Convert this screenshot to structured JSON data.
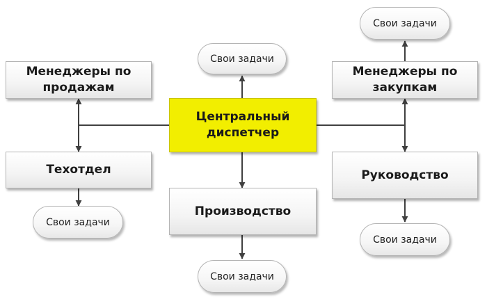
{
  "nodes": {
    "central": {
      "line1": "Центральный",
      "line2": "диспетчер",
      "fill": "#f2ee00"
    },
    "sales": {
      "line1": "Менеджеры по",
      "line2": "продажам"
    },
    "purchasing": {
      "line1": "Менеджеры по",
      "line2": "закупкам"
    },
    "tech": {
      "label": "Техотдел"
    },
    "production": {
      "label": "Производство"
    },
    "management": {
      "label": "Руководство"
    }
  },
  "tasks": {
    "top_right": "Свои задачи",
    "center_top": "Свои задачи",
    "left_bottom": "Свои задачи",
    "right_bottom": "Свои задачи",
    "center_bottom": "Свои задачи"
  },
  "colors": {
    "connector": "#404040",
    "central_fill": "#f2ee00"
  }
}
